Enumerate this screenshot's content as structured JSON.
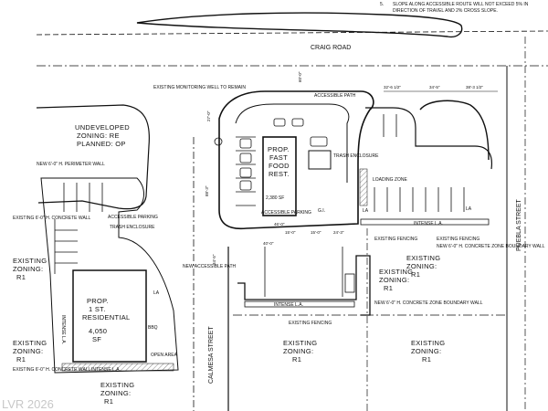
{
  "note": {
    "number": "5.",
    "line1": "SLOPE ALONG ACCESSIBLE ROUTE WILL NOT EXCEED 5% IN",
    "line2": "DIRECTION OF TRAVEL AND 2% CROSS SLOPE."
  },
  "streets": {
    "north": "CRAIG ROAD",
    "east": "PUEBLA STREET",
    "west": "CALMESA STREET"
  },
  "zones": {
    "undeveloped": {
      "l1": "UNDEVELOPED",
      "l2": "ZONING: RE",
      "l3": "PLANNED: OP"
    },
    "existing_w1": {
      "l1": "EXISTING",
      "l2": "ZONING:",
      "l3": "R1"
    },
    "existing_w2": {
      "l1": "EXISTING",
      "l2": "ZONING:",
      "l3": "R1"
    },
    "existing_sw": {
      "l1": "EXISTING",
      "l2": "ZONING:",
      "l3": "R1"
    },
    "existing_s1": {
      "l1": "EXISTING",
      "l2": "ZONING:",
      "l3": "R1"
    },
    "existing_s2": {
      "l1": "EXISTING",
      "l2": "ZONING:",
      "l3": "R1"
    },
    "existing_e1": {
      "l1": "EXISTING",
      "l2": "ZONING:",
      "l3": "R1"
    },
    "existing_e2": {
      "l1": "EXISTING",
      "l2": "ZONING:",
      "l3": "R1"
    }
  },
  "buildings": {
    "restaurant": {
      "l1": "PROP.",
      "l2": "FAST",
      "l3": "FOOD",
      "l4": "REST.",
      "area": "2,380 SF"
    },
    "residential": {
      "l1": "PROP.",
      "l2": "1 ST.",
      "l3": "RESIDENTIAL",
      "area": "4,050",
      "unit": "SF"
    }
  },
  "labels": {
    "monitoring_well": "EXISTING MONITORING WELL TO REMAIN",
    "accessible_path_1": "ACCESSIBLE PATH",
    "trash_enclosure_1": "TRASH ENCLOSURE",
    "accessible_parking_1": "ACCESSIBLE PARKING",
    "accessible_parking_2": "ACCESSIBLE PARKING",
    "trash_enclosure_2": "TRASH ENCLOSURE",
    "perimeter_wall": "NEW 6'-0\" H. PERIMETER WALL",
    "concrete_wall_w": "EXISTING 6'-0\" H. CONCRETE WALL",
    "concrete_wall_sw": "EXISTING 6'-0\" H. CONCRETE WALL",
    "new_accessible_path": "NEW ACCESSIBLE PATH",
    "loading_zone": "LOADING ZONE",
    "intense_la_1": "INTENSE L.A.",
    "intense_la_2": "INTENSE L.A.",
    "intense_la_3": "INTENSE L.A.",
    "intense_la_4": "INTENSE L.A.",
    "existing_fencing_1": "EXISTING FENCING",
    "existing_fencing_2": "EXISTING FENCING",
    "existing_fencing_3": "EXISTING FENCING",
    "concrete_boundary_1": "NEW 6'-0\" H. CONCRETE ZONE BOUNDARY WALL",
    "concrete_boundary_2": "NEW 6'-0\" H. CONCRETE ZONE BOUNDARY WALL",
    "open_area": "OPEN AREA",
    "bbq": "BBQ",
    "la_1": "LA",
    "la_2": "LA",
    "la_3": "LA",
    "gi": "G.I."
  },
  "dimensions": {
    "d1": "32'-6 1/2\"",
    "d2": "34'-5\"",
    "d3": "38'-3 1/2\"",
    "d4": "60'-0\"",
    "d5": "27'-0\"",
    "d6": "88'-3\"",
    "d7": "46'-0\"",
    "d8": "24'-3\"",
    "d9": "15'-0\"",
    "d10": "15'-0\"",
    "d11": "34'-5\"",
    "d12": "40'-0\""
  },
  "watermark": "LVR 2026"
}
